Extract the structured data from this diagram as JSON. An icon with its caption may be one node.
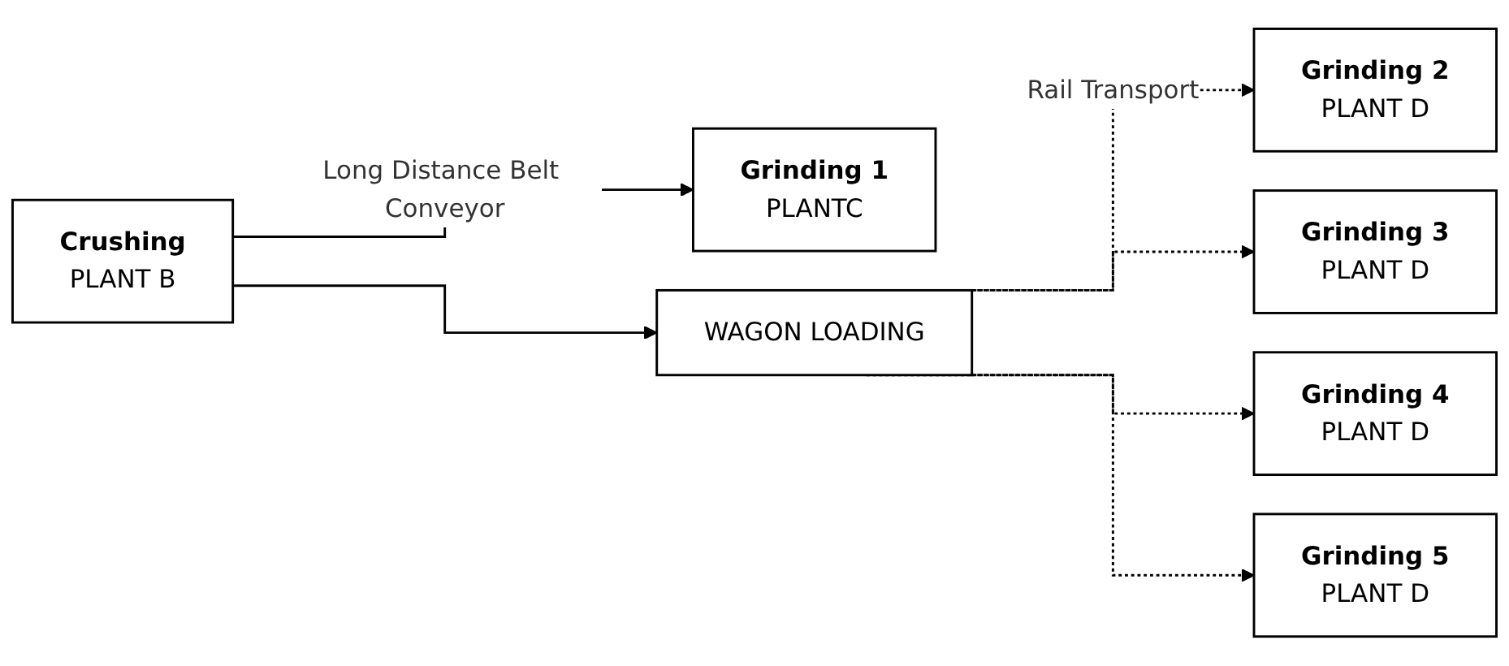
{
  "diagram": {
    "nodes": [
      {
        "text": [
          "Crushing",
          "PLANT B"
        ]
      },
      {
        "text": [
          "Grinding 1",
          "PLANTC"
        ]
      },
      {
        "text": [
          "WAGON LOADING"
        ]
      },
      {
        "text": [
          "Grinding 2",
          "PLANT D"
        ]
      },
      {
        "text": [
          "Grinding 3",
          "PLANT D"
        ]
      },
      {
        "text": [
          "Grinding 4",
          "PLANT D"
        ]
      },
      {
        "text": [
          "Grinding 5",
          "PLANT D"
        ]
      }
    ],
    "edges": [
      {
        "from": 0,
        "to": 1,
        "arrow": "to",
        "label": "Long Distance Belt Conveyor"
      },
      {
        "from": 0,
        "to": 2,
        "arrow": "to"
      },
      {
        "from": 2,
        "to": 3,
        "arrow": "to",
        "style": "dashed",
        "label": "Rail Transport"
      },
      {
        "from": 2,
        "to": 4,
        "arrow": "to",
        "style": "dashed"
      },
      {
        "from": 2,
        "to": 5,
        "arrow": "to",
        "style": "dashed"
      },
      {
        "from": 2,
        "to": 6,
        "arrow": "to",
        "style": "dashed"
      }
    ]
  }
}
